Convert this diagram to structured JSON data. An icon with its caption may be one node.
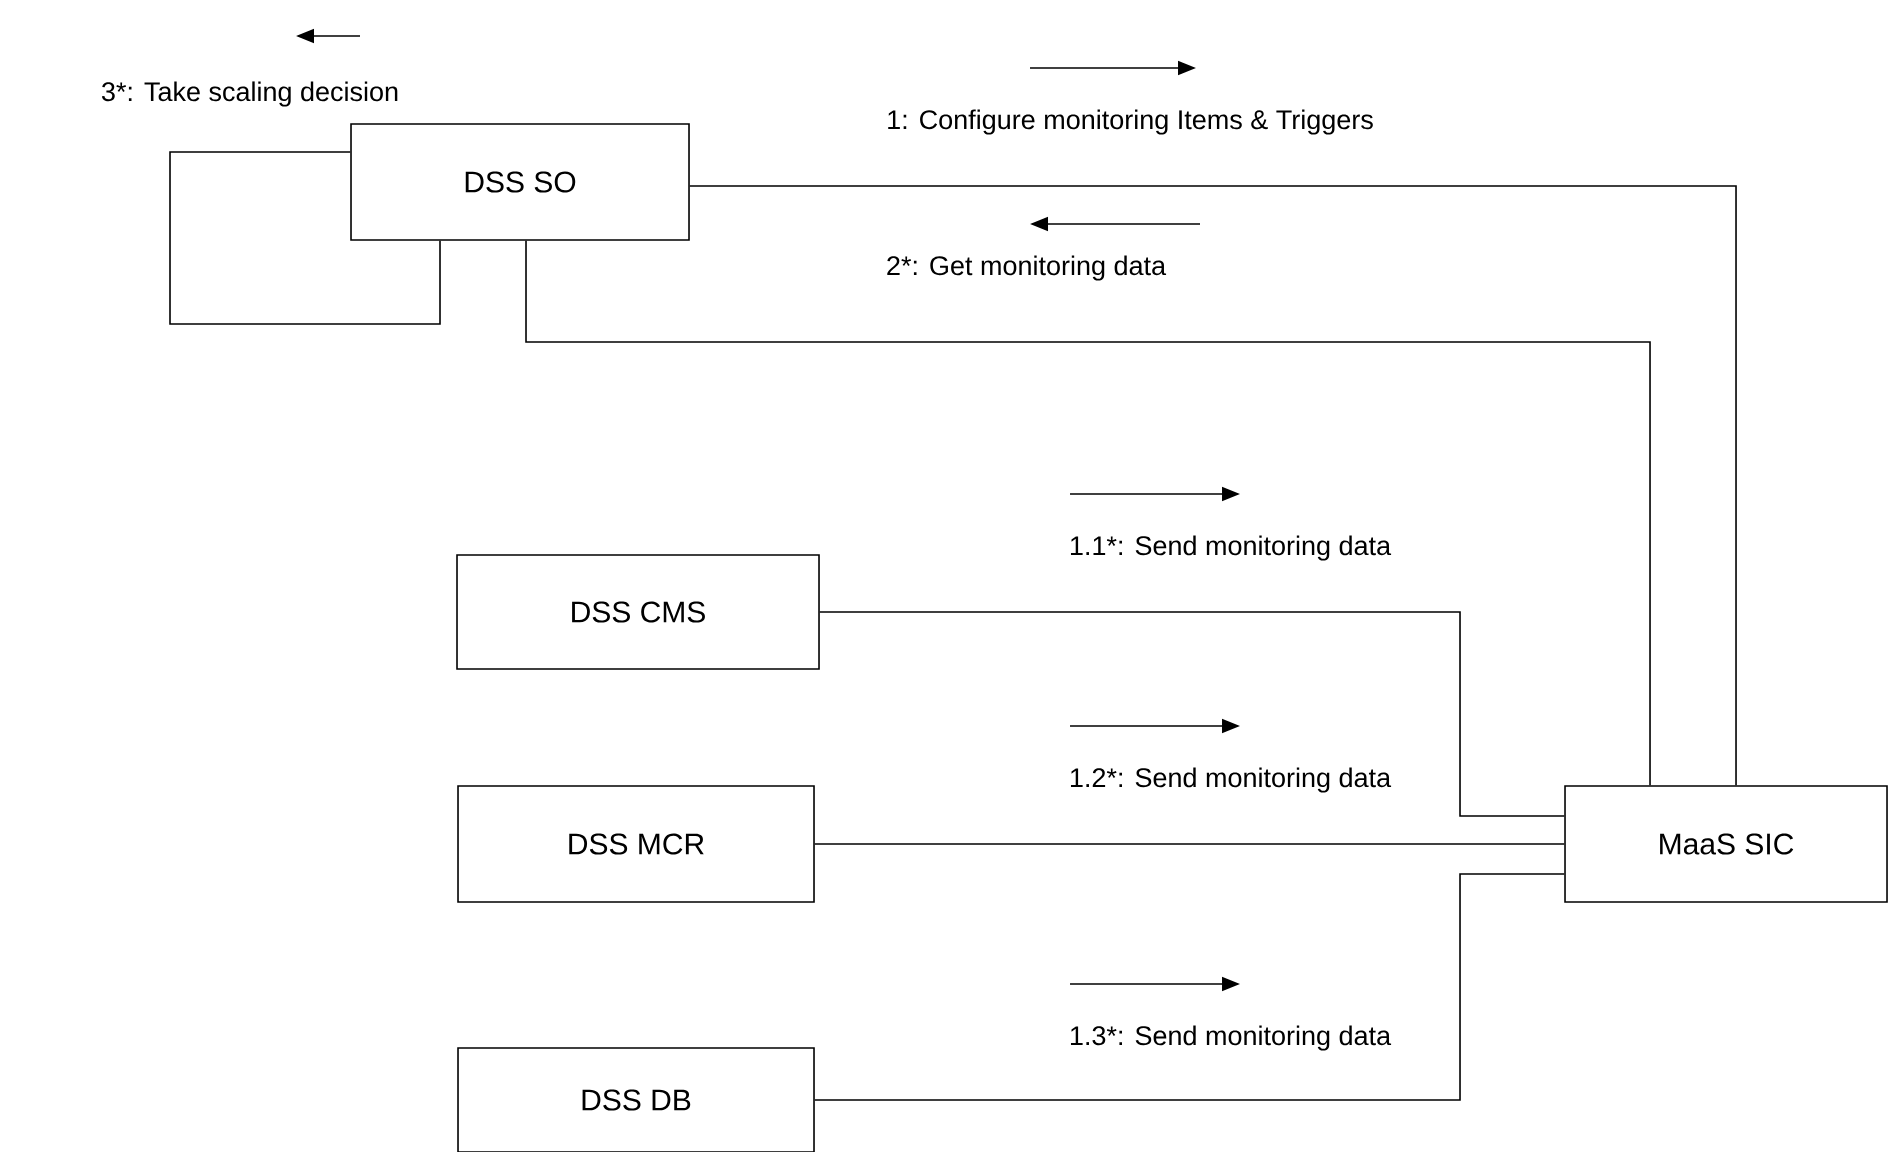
{
  "diagram": {
    "nodes": [
      {
        "text": [
          "DSS SO"
        ]
      },
      {
        "text": [
          "DSS CMS"
        ]
      },
      {
        "text": [
          "DSS MCR"
        ]
      },
      {
        "text": [
          "MaaS SIC"
        ]
      },
      {
        "text": [
          "DSS DB"
        ]
      }
    ],
    "edges": [
      {
        "from": 0,
        "to": 0,
        "arrow": "none",
        "label": "3*: Take scaling decision"
      },
      {
        "from": 0,
        "to": 3,
        "arrow": "none",
        "label": "1: Configure monitoring Items & Triggers"
      },
      {
        "from": 0,
        "to": 3,
        "arrow": "none",
        "label": "2*: Get monitoring data"
      },
      {
        "from": 1,
        "to": 3,
        "arrow": "none",
        "label": "1.1*: Send monitoring data"
      },
      {
        "from": 2,
        "to": 3,
        "arrow": "none",
        "label": "1.2*: Send monitoring data"
      },
      {
        "from": 4,
        "to": 3,
        "arrow": "none",
        "label": "1.3*: Send monitoring data"
      }
    ]
  }
}
